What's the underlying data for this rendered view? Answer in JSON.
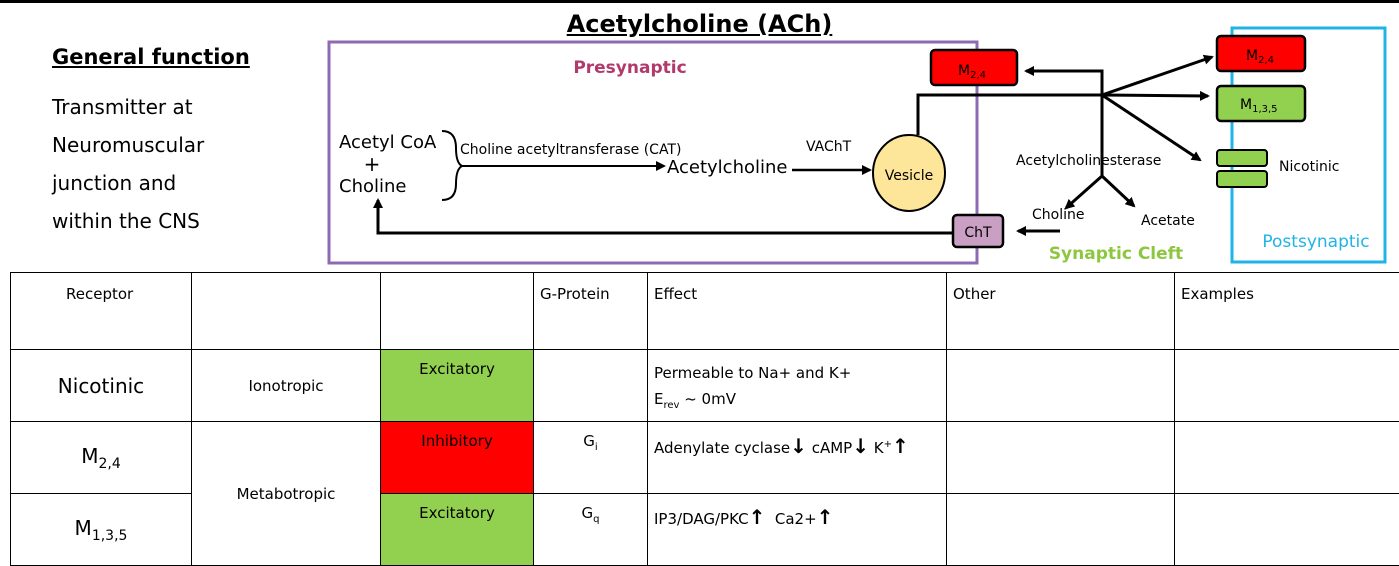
{
  "title": "Acetylcholine (ACh)",
  "general_function": {
    "heading": "General function",
    "lines": [
      "Transmitter at",
      "Neuromuscular",
      "junction and",
      "within the CNS"
    ]
  },
  "diagram": {
    "presynaptic_label": "Presynaptic",
    "postsynaptic_label": "Postsynaptic",
    "synaptic_cleft_label": "Synaptic Cleft",
    "acetyl_coa": "Acetyl CoA",
    "plus": "+",
    "choline": "Choline",
    "enzyme_cat": "Choline acetyltransferase (CAT)",
    "acetylcholine": "Acetylcholine",
    "vacht": "VAChT",
    "vesicle": "Vesicle",
    "cht": "ChT",
    "acetylcholinesterase": "Acetylcholinesterase",
    "cleft_choline": "Choline",
    "acetate": "Acetate",
    "m24_base": "M",
    "m24_sub": "2,4",
    "m135_base": "M",
    "m135_sub": "1,3,5",
    "nicotinic": "Nicotinic",
    "colors": {
      "presynaptic_border": "#8e6bb0",
      "postsynaptic_border": "#1fb4e6",
      "presynaptic_text": "#b2396b",
      "postsynaptic_text": "#1fb4e6",
      "cleft_text": "#8dc63f",
      "red_receptor": "#ff0000",
      "green_receptor": "#92d050",
      "vesicle_fill": "#fde699",
      "cht_fill": "#c9a0c4"
    }
  },
  "table": {
    "headers": [
      "Receptor",
      "",
      "",
      "G-Protein",
      "Effect",
      "Other",
      "Examples"
    ],
    "rows": {
      "nicotinic": {
        "name": "Nicotinic",
        "type": "Ionotropic",
        "effect": "Excitatory",
        "gprotein": "",
        "effect_line1": "Permeable to Na+ and K+",
        "erev_base": "E",
        "erev_sub": "rev",
        "erev_value": " ~ 0mV"
      },
      "m24": {
        "name_base": "M",
        "name_sub": "2,4",
        "effect": "Inhibitory",
        "g_base": "G",
        "g_sub": "i",
        "fx_part1": "Adenylate cyclase",
        "fx_part2": "cAMP",
        "fx_part3_base": "K",
        "fx_part3_sup": "+"
      },
      "m135": {
        "name_base": "M",
        "name_sub": "1,3,5",
        "effect": "Excitatory",
        "g_base": "G",
        "g_sub": "q",
        "fx_part1": "IP3/DAG/PKC",
        "fx_part2": "Ca2+"
      },
      "metabotropic_label": "Metabotropic"
    }
  }
}
